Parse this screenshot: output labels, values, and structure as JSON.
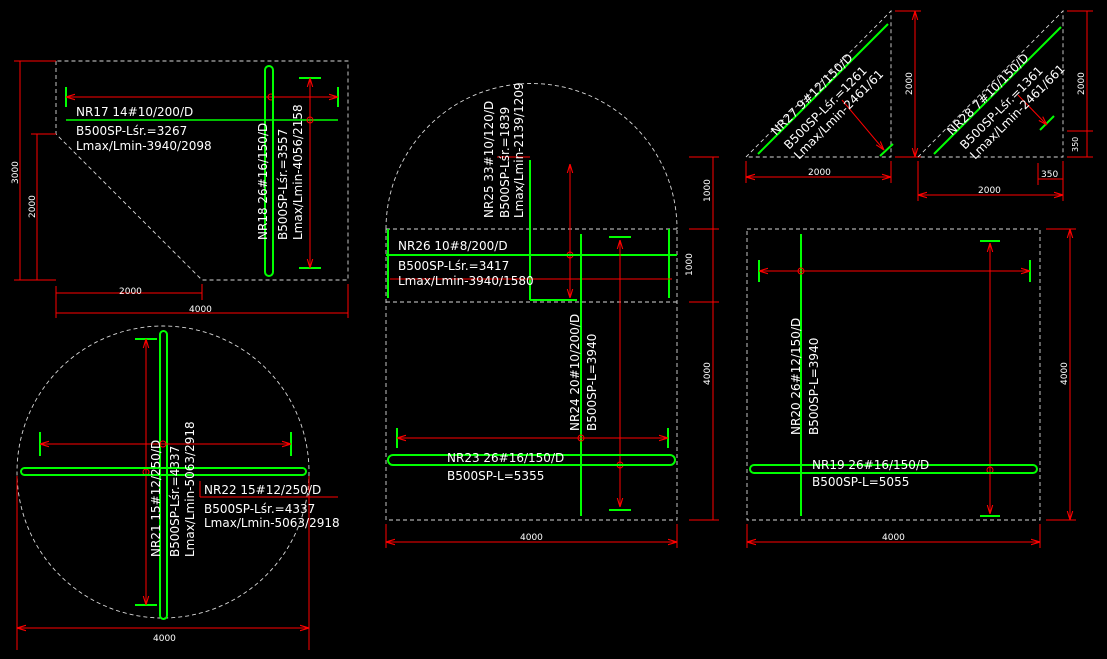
{
  "colors": {
    "background": "#000000",
    "outline": "#d8d8d8",
    "rebar": "#00ff00",
    "dimension": "#ff0000",
    "text": "#ffffff"
  },
  "panels": {
    "nr17_18": {
      "nr17_title": "NR17  14#10/200/D",
      "nr17_l1": "B500SP-Lśr.=3267",
      "nr17_l2": "Lmax/Lmin-3940/2098",
      "nr18_title": "NR18  26#16/150/D",
      "nr18_l1": "B500SP-Lśr.=3557",
      "nr18_l2": "Lmax/Lmin-4056/2158",
      "dim_h_total": "4000",
      "dim_h_part": "2000",
      "dim_v_total": "3000",
      "dim_v_part": "2000"
    },
    "circle": {
      "nr21_title": "NR21  15#12/250/D",
      "nr21_l1": "B500SP-Lśr.=4337",
      "nr21_l2": "Lmax/Lmin-5063/2918",
      "nr22_title": "NR22  15#12/250/D",
      "nr22_l1": "B500SP-Lśr.=4337",
      "nr22_l2": "Lmax/Lmin-5063/2918",
      "dim_h": "4000"
    },
    "arch": {
      "nr25_title": "NR25  33#10/120/D",
      "nr25_l1": "B500SP-Lśr.=1839",
      "nr25_l2": "Lmax/Lmin-2139/1209",
      "nr26_title": "NR26  10#8/200/D",
      "nr26_l1": "B500SP-Lśr.=3417",
      "nr26_l2": "Lmax/Lmin-3940/1580",
      "nr24_title": "NR24  20#10/200/D",
      "nr24_l1": "B500SP-L=3940",
      "nr23_title": "NR23  26#16/150/D",
      "nr23_l1": "B500SP-L=5355",
      "dim_v_top": "1000",
      "dim_v_mid": "1000",
      "dim_v_main": "4000",
      "dim_h": "4000"
    },
    "square": {
      "nr20_title": "NR20  26#12/150/D",
      "nr20_l1": "B500SP-L=3940",
      "nr19_title": "NR19  26#16/150/D",
      "nr19_l1": "B500SP-L=5055",
      "dim_v": "4000",
      "dim_h": "4000"
    },
    "tri27": {
      "title": "NR27  9#12/150/D",
      "l1": "B500SP-Lśr.=1261",
      "l2": "Lmax/Lmin-2461/61",
      "dim_v": "2000",
      "dim_h": "2000"
    },
    "tri28": {
      "title": "NR28  7#10/150/D",
      "l1": "B500SP-Lśr.=1361",
      "l2": "Lmax/Lmin-2461/661",
      "dim_v": "2000",
      "dim_v_small": "350",
      "dim_h": "2000",
      "dim_h_small": "350"
    }
  }
}
